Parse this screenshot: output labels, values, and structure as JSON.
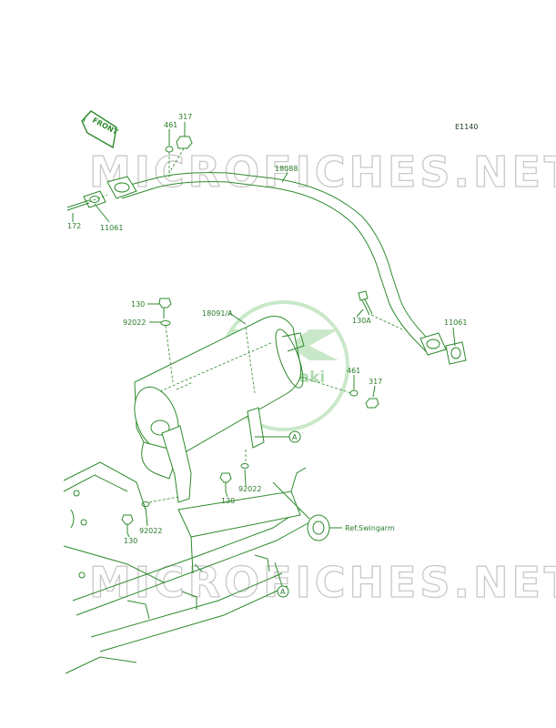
{
  "diagram": {
    "figure_code": "E1140",
    "front_tag": "FRONT",
    "watermark": "MICROFICHES.NET",
    "logo_text": "Kawasaki",
    "callouts": {
      "c461_top": "461",
      "c317_top": "317",
      "c18088": "18088",
      "c172": "172",
      "c11061_left": "11061",
      "c130_top": "130",
      "c92022_top": "92022",
      "c18091": "18091/A",
      "c130A": "130A",
      "c11061_right": "11061",
      "c461_right": "461",
      "c317_right": "317",
      "ref_a_upper": "A",
      "c130_mid": "130",
      "c92022_mid": "92022",
      "c130_low": "130",
      "c92022_low": "92022",
      "ref_swingarm": "Ref.Swingarm",
      "ref_a_lower": "A"
    }
  }
}
